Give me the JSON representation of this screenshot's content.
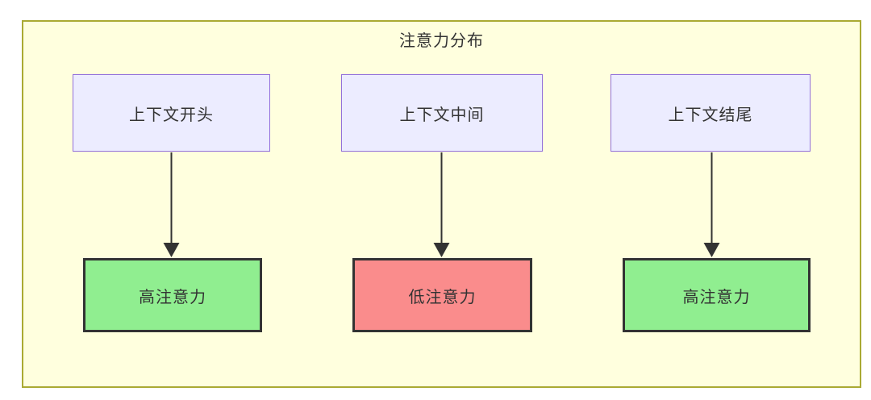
{
  "diagram": {
    "title": "注意力分布",
    "columns": [
      {
        "top": {
          "label": "上下文开头"
        },
        "bottom": {
          "label": "高注意力",
          "level": "high"
        }
      },
      {
        "top": {
          "label": "上下文中间"
        },
        "bottom": {
          "label": "低注意力",
          "level": "low"
        }
      },
      {
        "top": {
          "label": "上下文结尾"
        },
        "bottom": {
          "label": "高注意力",
          "level": "high"
        }
      }
    ],
    "colors": {
      "frame_bg": "#ffffde",
      "frame_border": "#aaaa33",
      "top_box_bg": "#ececff",
      "top_box_border": "#9370db",
      "high_bg": "#90ee90",
      "low_bg": "#fa8c8c",
      "box_border_dark": "#333333",
      "arrow": "#333333",
      "text": "#333333"
    }
  }
}
